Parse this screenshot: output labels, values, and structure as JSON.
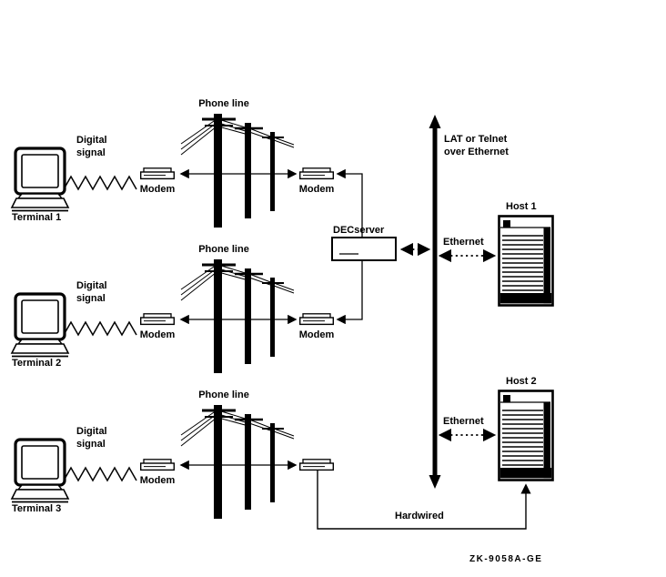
{
  "diagram": {
    "rows": [
      {
        "terminal_label": "Terminal 1",
        "signal_label": "Digital\nsignal",
        "phone_line_label": "Phone line",
        "left_modem_label": "Modem",
        "right_modem_label": "Modem"
      },
      {
        "terminal_label": "Terminal 2",
        "signal_label": "Digital\nsignal",
        "phone_line_label": "Phone line",
        "left_modem_label": "Modem",
        "right_modem_label": "Modem"
      },
      {
        "terminal_label": "Terminal 3",
        "signal_label": "Digital\nsignal",
        "phone_line_label": "Phone line",
        "left_modem_label": "Modem"
      }
    ],
    "decserver_label": "DECserver",
    "backbone_label": "LAT or Telnet\nover Ethernet",
    "host1": {
      "label": "Host 1",
      "ethernet_label": "Ethernet"
    },
    "host2": {
      "label": "Host 2",
      "ethernet_label": "Ethernet"
    },
    "hardwired_label": "Hardwired",
    "figure_code": "ZK-9058A-GE",
    "colors": {
      "ink": "#000000",
      "background": "#ffffff"
    }
  }
}
